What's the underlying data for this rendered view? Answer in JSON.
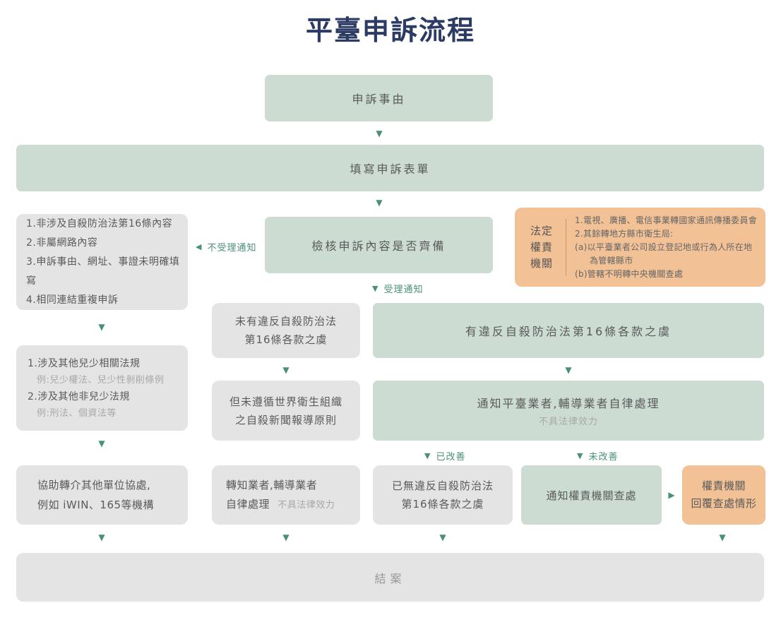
{
  "title": "平臺申訴流程",
  "icons": {
    "down_arrow": "▼",
    "left_arrow": "◀",
    "right_arrow": "▶"
  },
  "colors": {
    "green_box": "#ccdcd3",
    "gray_box": "#e4e4e4",
    "orange_box": "#f2c196",
    "arrow_green": "#4a9076",
    "title_navy": "#2c3b63"
  },
  "flow": {
    "complaint_reason": "申訴事由",
    "fill_form": "填寫申訴表單",
    "check_content": "檢核申訴內容是否齊備",
    "reject_notice_label": "不受理通知",
    "accept_notice_label": "受理通知",
    "reject_reasons": {
      "lines": [
        "1.非涉及自殺防治法第16條內容",
        "2.非屬網路內容",
        "3.申訴事由、網址、事證未明確填寫",
        "4.相同連結重複申訴"
      ]
    },
    "legal_authority": {
      "label_lines": [
        "法定",
        "權責",
        "機關"
      ],
      "lines": [
        "1.電視、廣播、電信事業轉國家通訊傳播委員會",
        "2.其餘轉地方縣市衛生局:",
        "(a)以平臺業者公司設立登記地或行為人所在地",
        "為管轄縣市",
        "(b)管轄不明轉中央機關查處"
      ]
    },
    "no_violation": {
      "line1": "未有違反自殺防治法",
      "line2": "第16條各款之虞"
    },
    "violation": "有違反自殺防治法第16條各款之虞",
    "other_laws": {
      "item1": "1.涉及其他兒少相關法規",
      "item1_example": "例:兒少權法、兒少性剝削條例",
      "item2": "2.涉及其他非兒少法規",
      "item2_example": "例:刑法、個資法等"
    },
    "who_guideline": {
      "line1": "但未遵循世界衛生組織",
      "line2": "之自殺新聞報導原則"
    },
    "notify_platform": {
      "main": "通知平臺業者,輔導業者自律處理",
      "sub": "不具法律效力"
    },
    "improved_label": "已改善",
    "not_improved_label": "未改善",
    "refer_other": {
      "line1": "協助轉介其他單位協處,",
      "line2": "例如 iWIN、165等機構"
    },
    "inform_business": {
      "line1": "轉知業者,輔導業者",
      "line2": "自律處理",
      "line2_sub": "不具法律效力"
    },
    "no_more_violation": {
      "line1": "已無違反自殺防治法",
      "line2": "第16條各款之虞"
    },
    "notify_authority": "通知權責機關查處",
    "authority_reply": {
      "line1": "權責機關",
      "line2": "回覆查處情形"
    },
    "close_case": "結案"
  }
}
